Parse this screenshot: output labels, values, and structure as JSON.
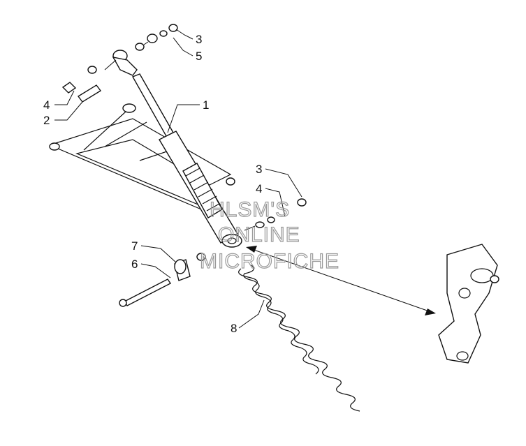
{
  "diagram": {
    "callouts": [
      {
        "id": "c3a",
        "text": "3"
      },
      {
        "id": "c5",
        "text": "5"
      },
      {
        "id": "c1",
        "text": "1"
      },
      {
        "id": "c4a",
        "text": "4"
      },
      {
        "id": "c2",
        "text": "2"
      },
      {
        "id": "c3b",
        "text": "3"
      },
      {
        "id": "c4b",
        "text": "4"
      },
      {
        "id": "c7",
        "text": "7"
      },
      {
        "id": "c6",
        "text": "6"
      },
      {
        "id": "c8",
        "text": "8"
      }
    ],
    "watermark": [
      "HLSM'S",
      "ONLINE",
      "MICROFICHE"
    ]
  }
}
